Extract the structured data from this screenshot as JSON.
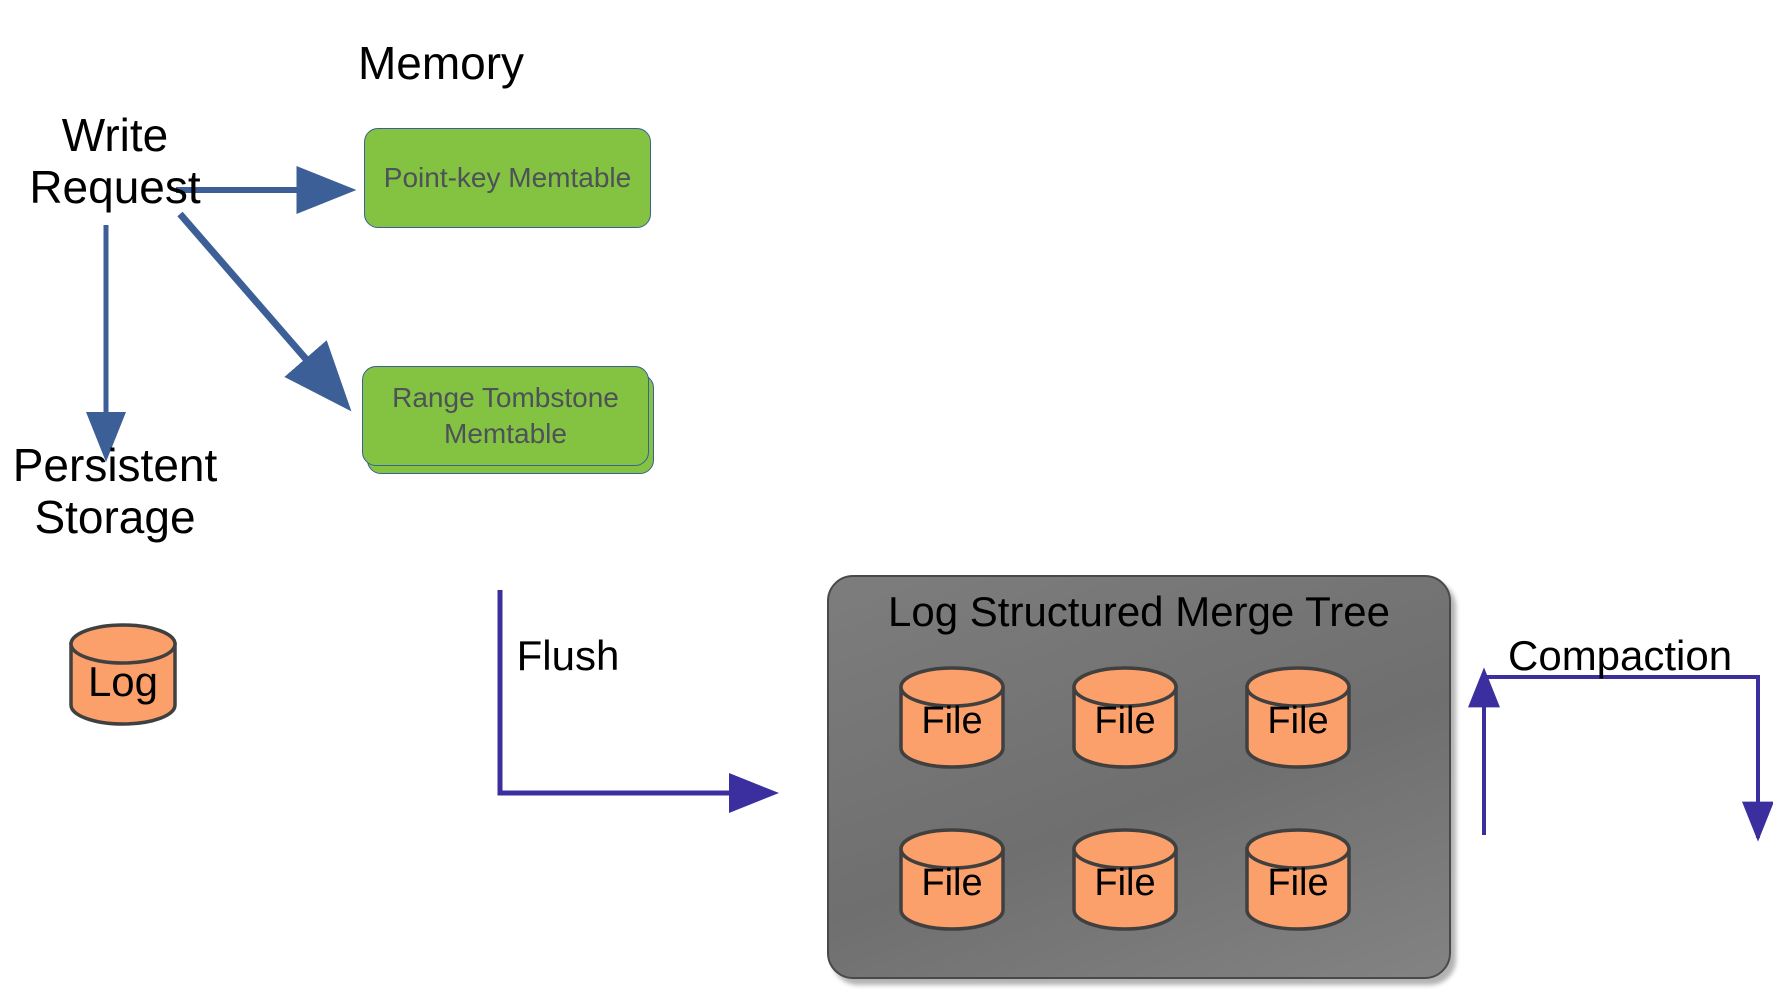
{
  "diagram": {
    "title": "LSM write path diagram",
    "background_color": "#ffffff"
  },
  "labels": {
    "memory": "Memory",
    "write_request": "Write\nRequest",
    "persistent_storage": "Persistent\nStorage",
    "flush": "Flush",
    "compaction": "Compaction"
  },
  "memtables": [
    {
      "id": "point-key",
      "label": "Point-key\nMemtable",
      "fill": "#84c242",
      "stroke": "#3b5f96",
      "text_color": "#4d5258"
    },
    {
      "id": "range-tombstone",
      "label": "Range Tombstone\nMemtable",
      "fill": "#84c242",
      "stroke": "#3b5f96",
      "text_color": "#4d5258"
    }
  ],
  "log_store": {
    "label": "Log",
    "fill": "#fba06a",
    "stroke": "#404040"
  },
  "lsm": {
    "title": "Log Structured Merge Tree",
    "fill": "#787878",
    "stroke": "#494949",
    "title_color": "#000000",
    "files": [
      {
        "label": "File"
      },
      {
        "label": "File"
      },
      {
        "label": "File"
      },
      {
        "label": "File"
      },
      {
        "label": "File"
      },
      {
        "label": "File"
      }
    ],
    "file_fill": "#fba06a",
    "file_stroke": "#404040"
  },
  "arrows": {
    "color": "#3b5f96",
    "loop_color": "#3b2fa0",
    "items": [
      {
        "name": "write-to-point-key-memtable",
        "kind": "straight"
      },
      {
        "name": "write-to-range-tombstone-memtable",
        "kind": "diagonal"
      },
      {
        "name": "write-to-log",
        "kind": "vertical"
      },
      {
        "name": "flush-arrow",
        "kind": "elbow"
      },
      {
        "name": "compaction-loop",
        "kind": "loop"
      }
    ]
  }
}
